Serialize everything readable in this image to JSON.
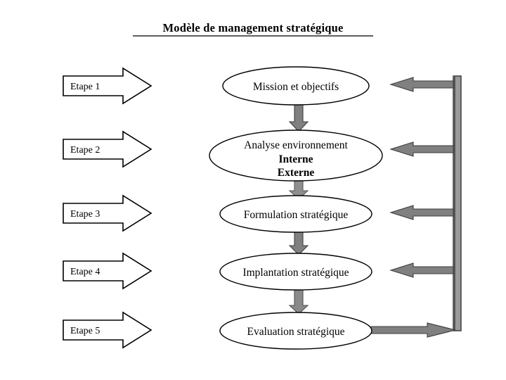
{
  "document": {
    "title": "Modèle de management stratégique",
    "title_underlined": true,
    "background_color": "#ffffff"
  },
  "colors": {
    "outline": "#000000",
    "shape_fill": "#ffffff",
    "connector_fill": "#808080",
    "connector_stroke": "#404040",
    "feedback_bar_fill": "#9a9a9a",
    "feedback_bar_edge": "#333333"
  },
  "stages": [
    {
      "label": "Etape 1"
    },
    {
      "label": "Etape 2"
    },
    {
      "label": "Etape 3"
    },
    {
      "label": "Etape 4"
    },
    {
      "label": "Etape 5"
    }
  ],
  "nodes": [
    {
      "id": "mission",
      "lines": [
        "Mission et objectifs"
      ],
      "bold_lines": [
        false
      ]
    },
    {
      "id": "analyse",
      "lines": [
        "Analyse environnement",
        "Interne",
        "Externe"
      ],
      "bold_lines": [
        false,
        true,
        true
      ]
    },
    {
      "id": "formulation",
      "lines": [
        "Formulation stratégique"
      ],
      "bold_lines": [
        false
      ]
    },
    {
      "id": "implantation",
      "lines": [
        "Implantation stratégique"
      ],
      "bold_lines": [
        false
      ]
    },
    {
      "id": "evaluation",
      "lines": [
        "Evaluation stratégique"
      ],
      "bold_lines": [
        false
      ]
    }
  ],
  "flow_connectors": [
    {
      "from": "mission",
      "to": "analyse",
      "direction": "down"
    },
    {
      "from": "analyse",
      "to": "formulation",
      "direction": "down"
    },
    {
      "from": "formulation",
      "to": "implantation",
      "direction": "down"
    },
    {
      "from": "implantation",
      "to": "evaluation",
      "direction": "down"
    }
  ],
  "feedback": {
    "bar_label": "feedback-bar",
    "arrows": [
      {
        "to": "mission",
        "direction": "left"
      },
      {
        "to": "analyse",
        "direction": "left"
      },
      {
        "to": "formulation",
        "direction": "left"
      },
      {
        "to": "implantation",
        "direction": "left"
      },
      {
        "from": "evaluation",
        "direction": "right"
      }
    ]
  }
}
